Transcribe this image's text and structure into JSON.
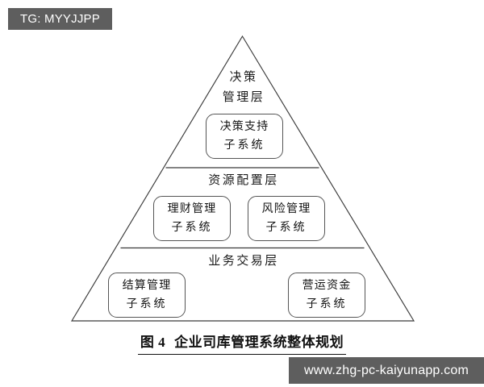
{
  "figure": {
    "caption_label": "图 4",
    "caption_text": "企业司库管理系统整体规划"
  },
  "watermarks": {
    "tag": "TG: MYYJJPP",
    "url": "www.zhg-pc-kaiyunapp.com"
  },
  "diagram": {
    "type": "pyramid",
    "layers": [
      {
        "name": "decision-management-layer",
        "title_line1": "决策",
        "title_line2": "管理层",
        "title": "决策\n管理层",
        "boxes": [
          {
            "name": "decision-support-subsystem",
            "line1": "决策支持",
            "line2": "子系统"
          }
        ]
      },
      {
        "name": "resource-allocation-layer",
        "title": "资源配置层",
        "boxes": [
          {
            "name": "financial-management-subsystem",
            "line1": "理财管理",
            "line2": "子系统"
          },
          {
            "name": "risk-management-subsystem",
            "line1": "风险管理",
            "line2": "子系统"
          }
        ]
      },
      {
        "name": "business-transaction-layer",
        "title": "业务交易层",
        "boxes": [
          {
            "name": "settlement-management-subsystem",
            "line1": "结算管理",
            "line2": "子系统"
          },
          {
            "name": "working-capital-subsystem",
            "line1": "营运资金",
            "line2": "子系统"
          }
        ]
      }
    ]
  },
  "colors": {
    "background": "#ffffff",
    "line": "#3a3a3a",
    "box_border": "#555555",
    "text": "#1a1a1a",
    "watermark_bg": "#5e5e5e",
    "watermark_text": "#ffffff"
  }
}
